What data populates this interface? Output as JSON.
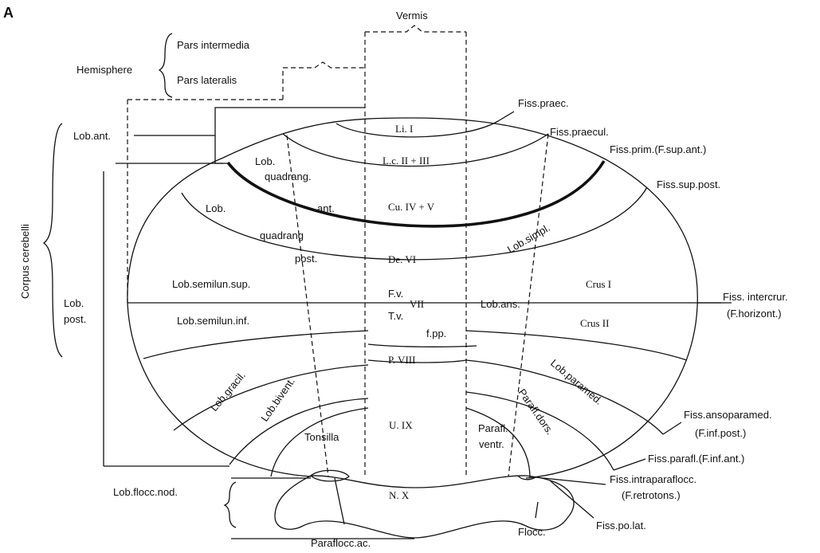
{
  "panel_label": "A",
  "labels": {
    "vermis": "Vermis",
    "hemisphere": "Hemisphere",
    "pars_intermedia": "Pars intermedia",
    "pars_lateralis": "Pars lateralis",
    "corpus_cerebelli": "Corpus cerebelli",
    "lob_ant": "Lob.ant.",
    "lob_post_1": "Lob.",
    "lob_post_2": "post.",
    "lob_flocc_nod": "Lob.flocc.nod.",
    "fiss_praec": "Fiss.praec.",
    "fiss_praecul": "Fiss.praecul.",
    "fiss_prim": "Fiss.prim.(F.sup.ant.)",
    "fiss_sup_post": "Fiss.sup.post.",
    "fiss_intercrur_1": "Fiss. intercrur.",
    "fiss_intercrur_2": "(F.horizont.)",
    "fiss_ansoparamed_1": "Fiss.ansoparamed.",
    "fiss_ansoparamed_2": "(F.inf.post.)",
    "fiss_parafl": "Fiss.parafl.(F.inf.ant.)",
    "fiss_intraparaflocc_1": "Fiss.intraparaflocc.",
    "fiss_intraparaflocc_2": "(F.retrotons.)",
    "fiss_po_lat": "Fiss.po.lat.",
    "li_i": "Li. I",
    "lc_ii_iii": "L.c. II + III",
    "cu_iv_v": "Cu. IV + V",
    "de_vi": "De. VI",
    "fv": "F.v.",
    "vii": "VII",
    "tv": "T.v.",
    "fpp": "f.pp.",
    "p_viii": "P. VIII",
    "u_ix": "U. IX",
    "n_x": "N. X",
    "lob_quadrang_1": "Lob.",
    "lob_quadrang_2": "quadrang.",
    "lob_left": "Lob.",
    "ant": "ant.",
    "quadrang": "quadrang",
    "post": "post.",
    "lob_simpl": "Lob.simpl.",
    "lob_semilun_sup": "Lob.semilun.sup.",
    "lob_semilun_inf": "Lob.semilun.inf.",
    "crus_i": "Crus I",
    "crus_ii": "Crus II",
    "lob_ans": "Lob.ans.",
    "lob_gracil": "Lob.gracil.",
    "lob_bivent": "Lob.bivent.",
    "tonsilla": "Tonsilla",
    "lob_paramed": "Lob.paramed.",
    "parafl_dors": "Parafl.dors.",
    "parafl_ventr_1": "Parafl.",
    "parafl_ventr_2": "ventr.",
    "paraflocc_ac": "Paraflocc.ac.",
    "flocc": "Flocc."
  }
}
